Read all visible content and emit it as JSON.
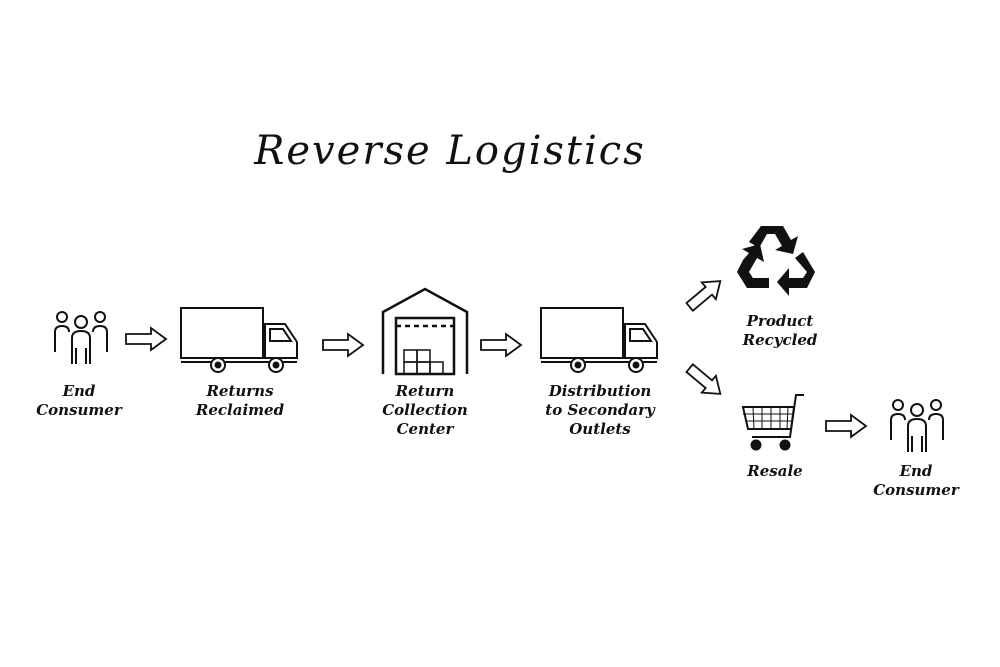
{
  "title": "Reverse Logistics",
  "nodes": {
    "end_consumer_1": {
      "lines": [
        "End",
        "Consumer"
      ],
      "icon": "people-icon"
    },
    "returns_reclaimed": {
      "lines": [
        "Returns",
        "Reclaimed"
      ],
      "icon": "truck-icon"
    },
    "return_collection_center": {
      "lines": [
        "Return",
        "Collection",
        "Center"
      ],
      "icon": "warehouse-icon"
    },
    "distribution": {
      "lines": [
        "Distribution",
        "to Secondary",
        "Outlets"
      ],
      "icon": "truck-icon"
    },
    "product_recycled": {
      "lines": [
        "Product",
        "Recycled"
      ],
      "icon": "recycle-icon"
    },
    "resale": {
      "lines": [
        "Resale"
      ],
      "icon": "shopping-cart-icon"
    },
    "end_consumer_2": {
      "lines": [
        "End",
        "Consumer"
      ],
      "icon": "people-icon"
    }
  },
  "edges": [
    [
      "end_consumer_1",
      "returns_reclaimed"
    ],
    [
      "returns_reclaimed",
      "return_collection_center"
    ],
    [
      "return_collection_center",
      "distribution"
    ],
    [
      "distribution",
      "product_recycled"
    ],
    [
      "distribution",
      "resale"
    ],
    [
      "resale",
      "end_consumer_2"
    ]
  ],
  "colors": {
    "ink": "#111111",
    "background": "#ffffff"
  }
}
